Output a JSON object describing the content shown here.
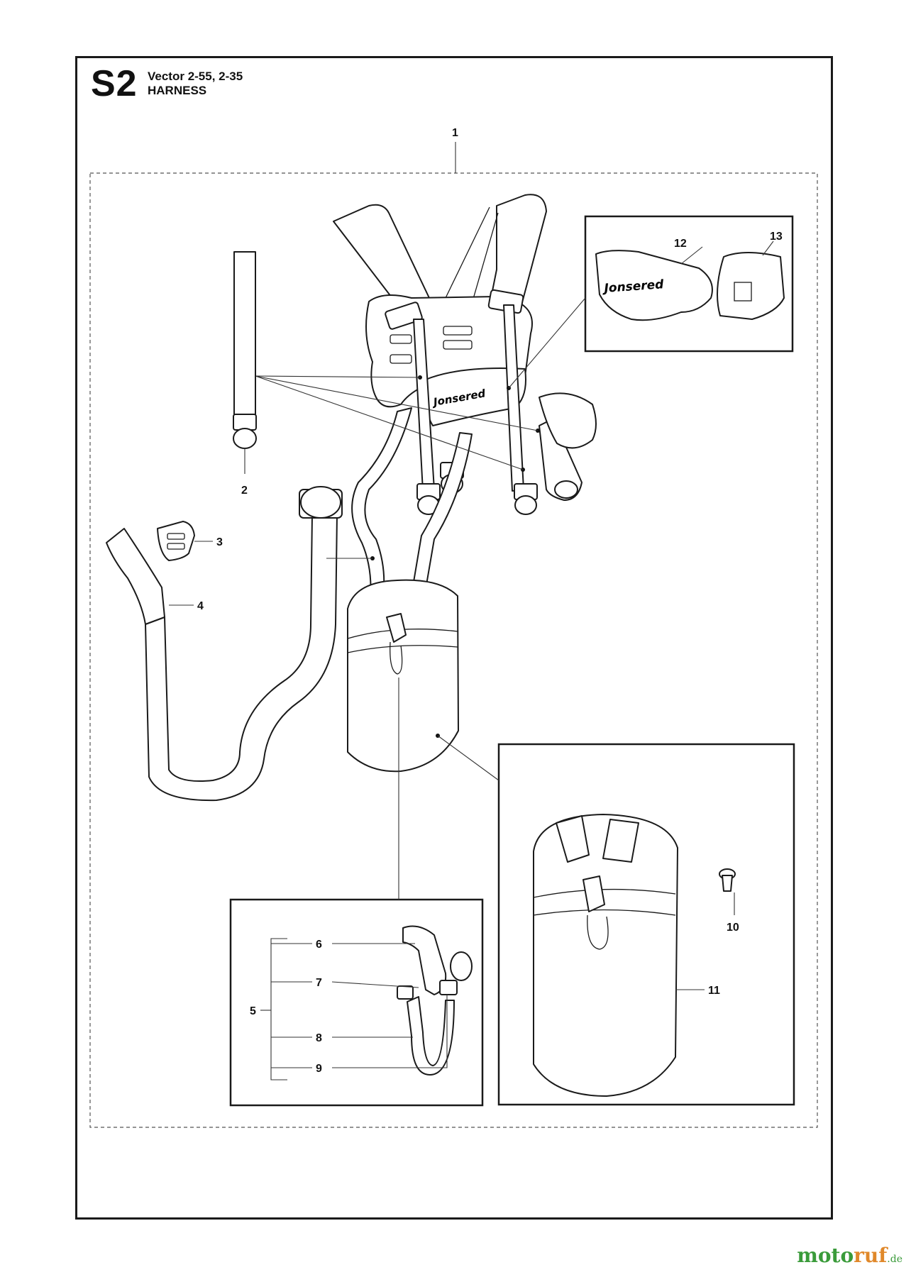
{
  "header": {
    "section_code": "S2",
    "model_line": "Vector 2-55, 2-35",
    "group_title": "HARNESS"
  },
  "brand_mark": "Jonsered",
  "callouts": {
    "p1": "1",
    "p2": "2",
    "p3": "3",
    "p4": "4",
    "p5": "5",
    "p6": "6",
    "p7": "7",
    "p8": "8",
    "p9": "9",
    "p10": "10",
    "p11": "11",
    "p12": "12",
    "p13": "13"
  },
  "watermark": {
    "part_a": "moto",
    "part_b": "ruf",
    "part_c": ".de"
  },
  "colors": {
    "line": "#1a1a1a",
    "watermark_green": "#3a9b3a",
    "watermark_orange": "#e0882a"
  }
}
